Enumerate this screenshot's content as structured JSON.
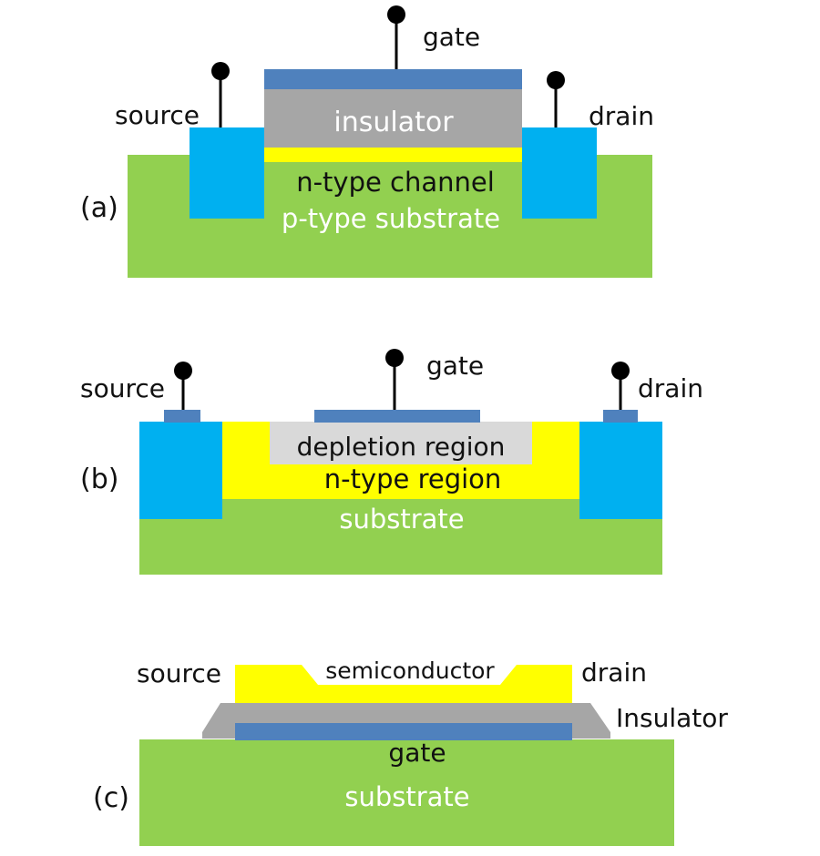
{
  "colors": {
    "substrate": "#92d050",
    "contact": "#00b0f0",
    "gate_metal": "#4f81bd",
    "insulator": "#a6a6a6",
    "channel": "#ffff00",
    "depletion": "#d9d9d9",
    "terminal": "#000000",
    "dark_text": "#111111",
    "light_text": "#ffffff"
  },
  "panel_a": {
    "tag": "(a)",
    "gate": "gate",
    "source": "source",
    "drain": "drain",
    "insulator": "insulator",
    "channel": "n-type channel",
    "substrate": "p-type substrate"
  },
  "panel_b": {
    "tag": "(b)",
    "gate": "gate",
    "source": "source",
    "drain": "drain",
    "depletion": "depletion region",
    "n_region": "n-type region",
    "substrate": "substrate"
  },
  "panel_c": {
    "tag": "(c)",
    "source": "source",
    "drain": "drain",
    "semiconductor": "semiconductor",
    "insulator": "Insulator",
    "gate": "gate",
    "substrate": "substrate"
  }
}
